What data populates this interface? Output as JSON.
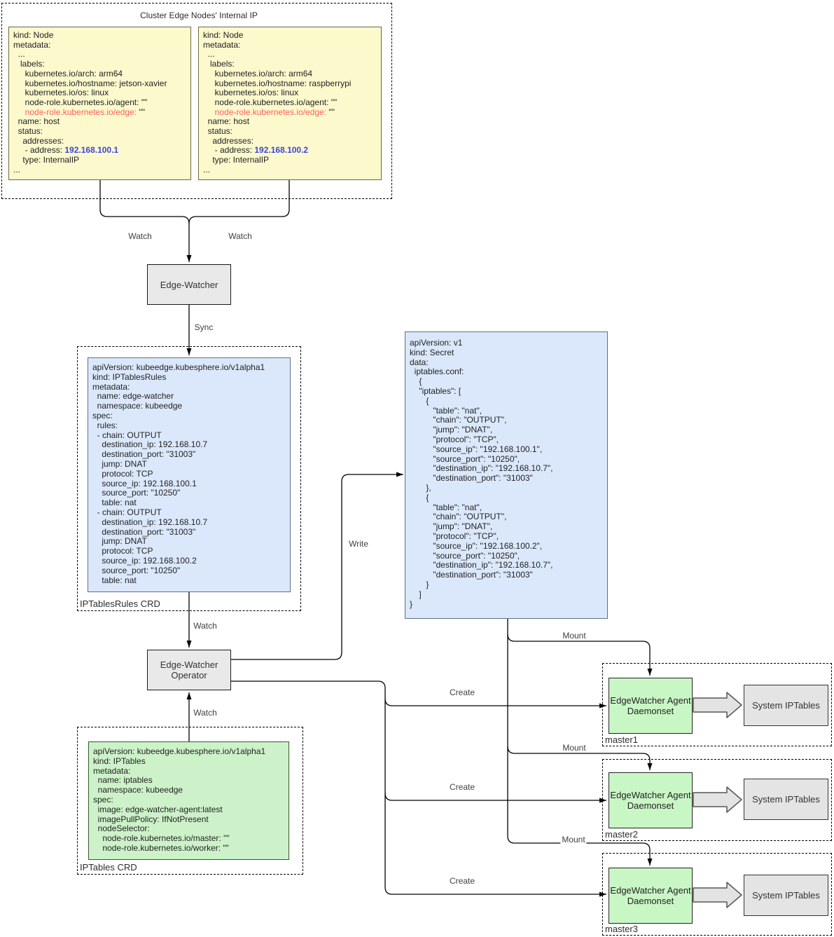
{
  "title": "Cluster Edge Nodes' Internal IP",
  "edge_labels": {
    "watch": "Watch",
    "sync": "Sync",
    "write": "Write",
    "mount": "Mount",
    "create": "Create"
  },
  "edge_watcher": {
    "label": "Edge-Watcher"
  },
  "operator": {
    "label": "Edge-Watcher\nOperator"
  },
  "iptablesrules_crd": {
    "label": "IPTablesRules CRD"
  },
  "iptables_crd": {
    "label": "IPTables CRD"
  },
  "colors": {
    "edge_role_key": "#ff6060",
    "node_ip": "#3b44dd",
    "node_fill": "#fcf9cd",
    "yaml_blue_fill": "#dbe8fb",
    "crd_green_fill": "#cdf2c9",
    "agent_green_fill": "#c9f6c5",
    "component_gray_fill": "#e9e9e9"
  },
  "node1": {
    "lines": [
      "kind: Node",
      "metadata:",
      "  ...",
      "   labels:",
      "     kubernetes.io/arch: arm64",
      "     kubernetes.io/hostname: jetson-xavier",
      "     kubernetes.io/os: linux",
      "     node-role.kubernetes.io/agent: \"\"",
      [
        {
          "t": "     "
        },
        {
          "t": "node-role.kubernetes.io/edge:",
          "c": "red"
        },
        {
          "t": " \"\""
        }
      ],
      "  name: host",
      "  status:",
      "    addresses:",
      [
        {
          "t": "     - address: "
        },
        {
          "t": "192.168.100.1",
          "c": "blue"
        }
      ],
      "    type: InternalIP",
      "..."
    ]
  },
  "node2": {
    "lines": [
      "kind: Node",
      "metadata:",
      "  ...",
      "   labels:",
      "     kubernetes.io/arch: arm64",
      "     kubernetes.io/hostname: raspberrypi",
      "     kubernetes.io/os: linux",
      "     node-role.kubernetes.io/agent: \"\"",
      [
        {
          "t": "     "
        },
        {
          "t": "node-role.kubernetes.io/edge:",
          "c": "red"
        },
        {
          "t": " \"\""
        }
      ],
      "  name: host",
      "  status:",
      "    addresses:",
      [
        {
          "t": "     - address: "
        },
        {
          "t": "192.168.100.2",
          "c": "blue"
        }
      ],
      "    type: InternalIP",
      "..."
    ]
  },
  "rules_yaml": {
    "lines": [
      "apiVersion: kubeedge.kubesphere.io/v1alpha1",
      "kind: IPTablesRules",
      "metadata:",
      "  name: edge-watcher",
      "  namespace: kubeedge",
      "spec:",
      "  rules:",
      "  - chain: OUTPUT",
      "    destination_ip: 192.168.10.7",
      "    destination_port: \"31003\"",
      "    jump: DNAT",
      "    protocol: TCP",
      "    source_ip: 192.168.100.1",
      "    source_port: \"10250\"",
      "    table: nat",
      "  - chain: OUTPUT",
      "    destination_ip: 192.168.10.7",
      "    destination_port: \"31003\"",
      "    jump: DNAT",
      "    protocol: TCP",
      "    source_ip: 192.168.100.2",
      "    source_port: \"10250\"",
      "    table: nat"
    ]
  },
  "secret_yaml": {
    "lines": [
      "apiVersion: v1",
      "kind: Secret",
      "data:",
      "  iptables.conf:",
      "    {",
      "    \"iptables\": [",
      "       {",
      "          \"table\": \"nat\",",
      "          \"chain\": \"OUTPUT\",",
      "          \"jump\": \"DNAT\",",
      "          \"protocol\": \"TCP\",",
      "          \"source_ip\": \"192.168.100.1\",",
      "          \"source_port\": \"10250\",",
      "          \"destination_ip\": \"192.168.10.7\",",
      "          \"destination_port\": \"31003\"",
      "       },",
      "       {",
      "          \"table\": \"nat\",",
      "          \"chain\": \"OUTPUT\",",
      "          \"jump\": \"DNAT\",",
      "          \"protocol\": \"TCP\",",
      "          \"source_ip\": \"192.168.100.2\",",
      "          \"source_port\": \"10250\",",
      "          \"destination_ip\": \"192.168.10.7\",",
      "          \"destination_port\": \"31003\"",
      "       }",
      "    ]",
      "}"
    ]
  },
  "iptables_yaml": {
    "lines": [
      "apiVersion: kubeedge.kubesphere.io/v1alpha1",
      "kind: IPTables",
      "metadata:",
      "  name: iptables",
      "  namespace: kubeedge",
      "spec:",
      "  image: edge-watcher-agent:latest",
      "  imagePullPolicy: IfNotPresent",
      "  nodeSelector:",
      "    node-role.kubernetes.io/master: \"\"",
      "    node-role.kubernetes.io/worker: \"\""
    ]
  },
  "masters": [
    {
      "name": "master1",
      "agent": "EdgeWatcher Agent\nDaemonset",
      "system": "System IPTables"
    },
    {
      "name": "master2",
      "agent": "EdgeWatcher Agent\nDaemonset",
      "system": "System IPTables"
    },
    {
      "name": "master3",
      "agent": "EdgeWatcher Agent\nDaemonset",
      "system": "System IPTables"
    }
  ]
}
